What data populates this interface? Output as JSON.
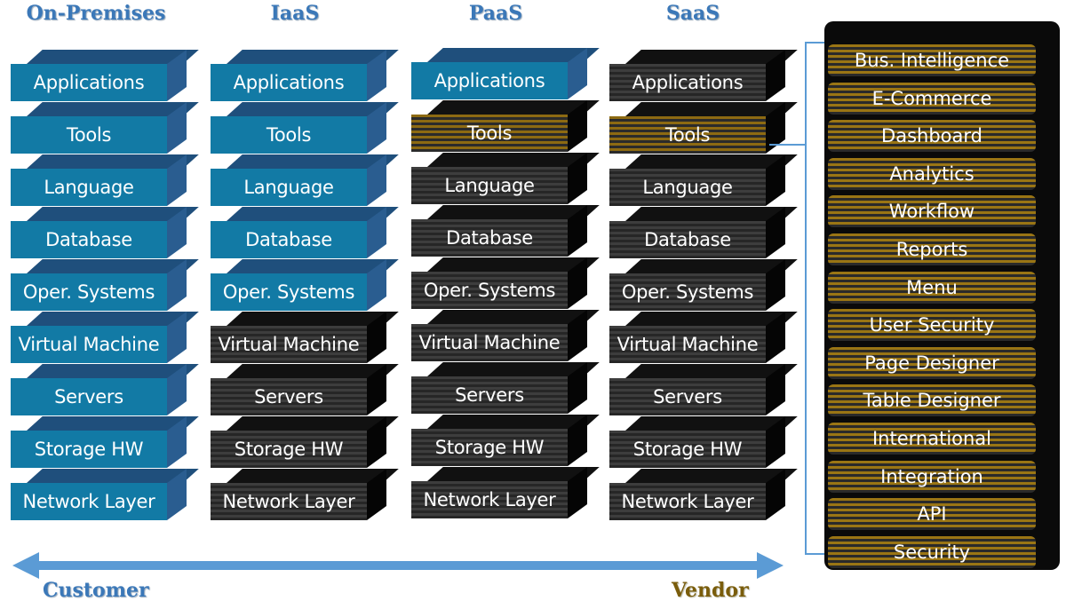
{
  "columns": [
    {
      "title": "On-Premises",
      "layers": [
        {
          "label": "Applications",
          "style": "blue"
        },
        {
          "label": "Tools",
          "style": "blue"
        },
        {
          "label": "Language",
          "style": "blue"
        },
        {
          "label": "Database",
          "style": "blue"
        },
        {
          "label": "Oper. Systems",
          "style": "blue"
        },
        {
          "label": "Virtual Machine",
          "style": "blue"
        },
        {
          "label": "Servers",
          "style": "blue"
        },
        {
          "label": "Storage HW",
          "style": "blue"
        },
        {
          "label": "Network Layer",
          "style": "blue"
        }
      ]
    },
    {
      "title": "IaaS",
      "layers": [
        {
          "label": "Applications",
          "style": "blue"
        },
        {
          "label": "Tools",
          "style": "blue"
        },
        {
          "label": "Language",
          "style": "blue"
        },
        {
          "label": "Database",
          "style": "blue"
        },
        {
          "label": "Oper. Systems",
          "style": "blue"
        },
        {
          "label": "Virtual Machine",
          "style": "dark"
        },
        {
          "label": "Servers",
          "style": "dark"
        },
        {
          "label": "Storage HW",
          "style": "dark"
        },
        {
          "label": "Network Layer",
          "style": "dark"
        }
      ]
    },
    {
      "title": "PaaS",
      "layers": [
        {
          "label": "Applications",
          "style": "blue"
        },
        {
          "label": "Tools",
          "style": "gold"
        },
        {
          "label": "Language",
          "style": "dark"
        },
        {
          "label": "Database",
          "style": "dark"
        },
        {
          "label": "Oper. Systems",
          "style": "dark"
        },
        {
          "label": "Virtual Machine",
          "style": "dark"
        },
        {
          "label": "Servers",
          "style": "dark"
        },
        {
          "label": "Storage HW",
          "style": "dark"
        },
        {
          "label": "Network Layer",
          "style": "dark"
        }
      ]
    },
    {
      "title": "SaaS",
      "layers": [
        {
          "label": "Applications",
          "style": "dark"
        },
        {
          "label": "Tools",
          "style": "gold"
        },
        {
          "label": "Language",
          "style": "dark"
        },
        {
          "label": "Database",
          "style": "dark"
        },
        {
          "label": "Oper. Systems",
          "style": "dark"
        },
        {
          "label": "Virtual Machine",
          "style": "dark"
        },
        {
          "label": "Servers",
          "style": "dark"
        },
        {
          "label": "Storage HW",
          "style": "dark"
        },
        {
          "label": "Network Layer",
          "style": "dark"
        }
      ]
    }
  ],
  "tools_detail": [
    "Bus. Intelligence",
    "E-Commerce",
    "Dashboard",
    "Analytics",
    "Workflow",
    "Reports",
    "Menu",
    "User Security",
    "Page Designer",
    "Table Designer",
    "International",
    "Integration",
    "API",
    "Security"
  ],
  "arrow": {
    "left_label": "Customer",
    "right_label": "Vendor"
  },
  "colors": {
    "customer_blue": "#127aa5",
    "arrow_blue": "#5b9bd5",
    "vendor_gold": "#7a5d0c",
    "managed_dark": "#262626"
  }
}
